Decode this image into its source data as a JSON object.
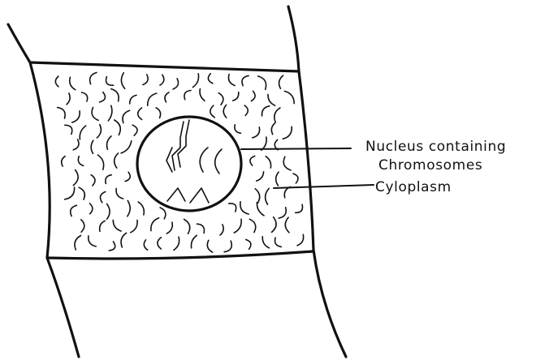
{
  "diagram": {
    "labels": {
      "nucleus_line1": "Nucleus containing",
      "nucleus_line2": "Chromosomes",
      "cytoplasm": "Cyloplasm"
    }
  }
}
